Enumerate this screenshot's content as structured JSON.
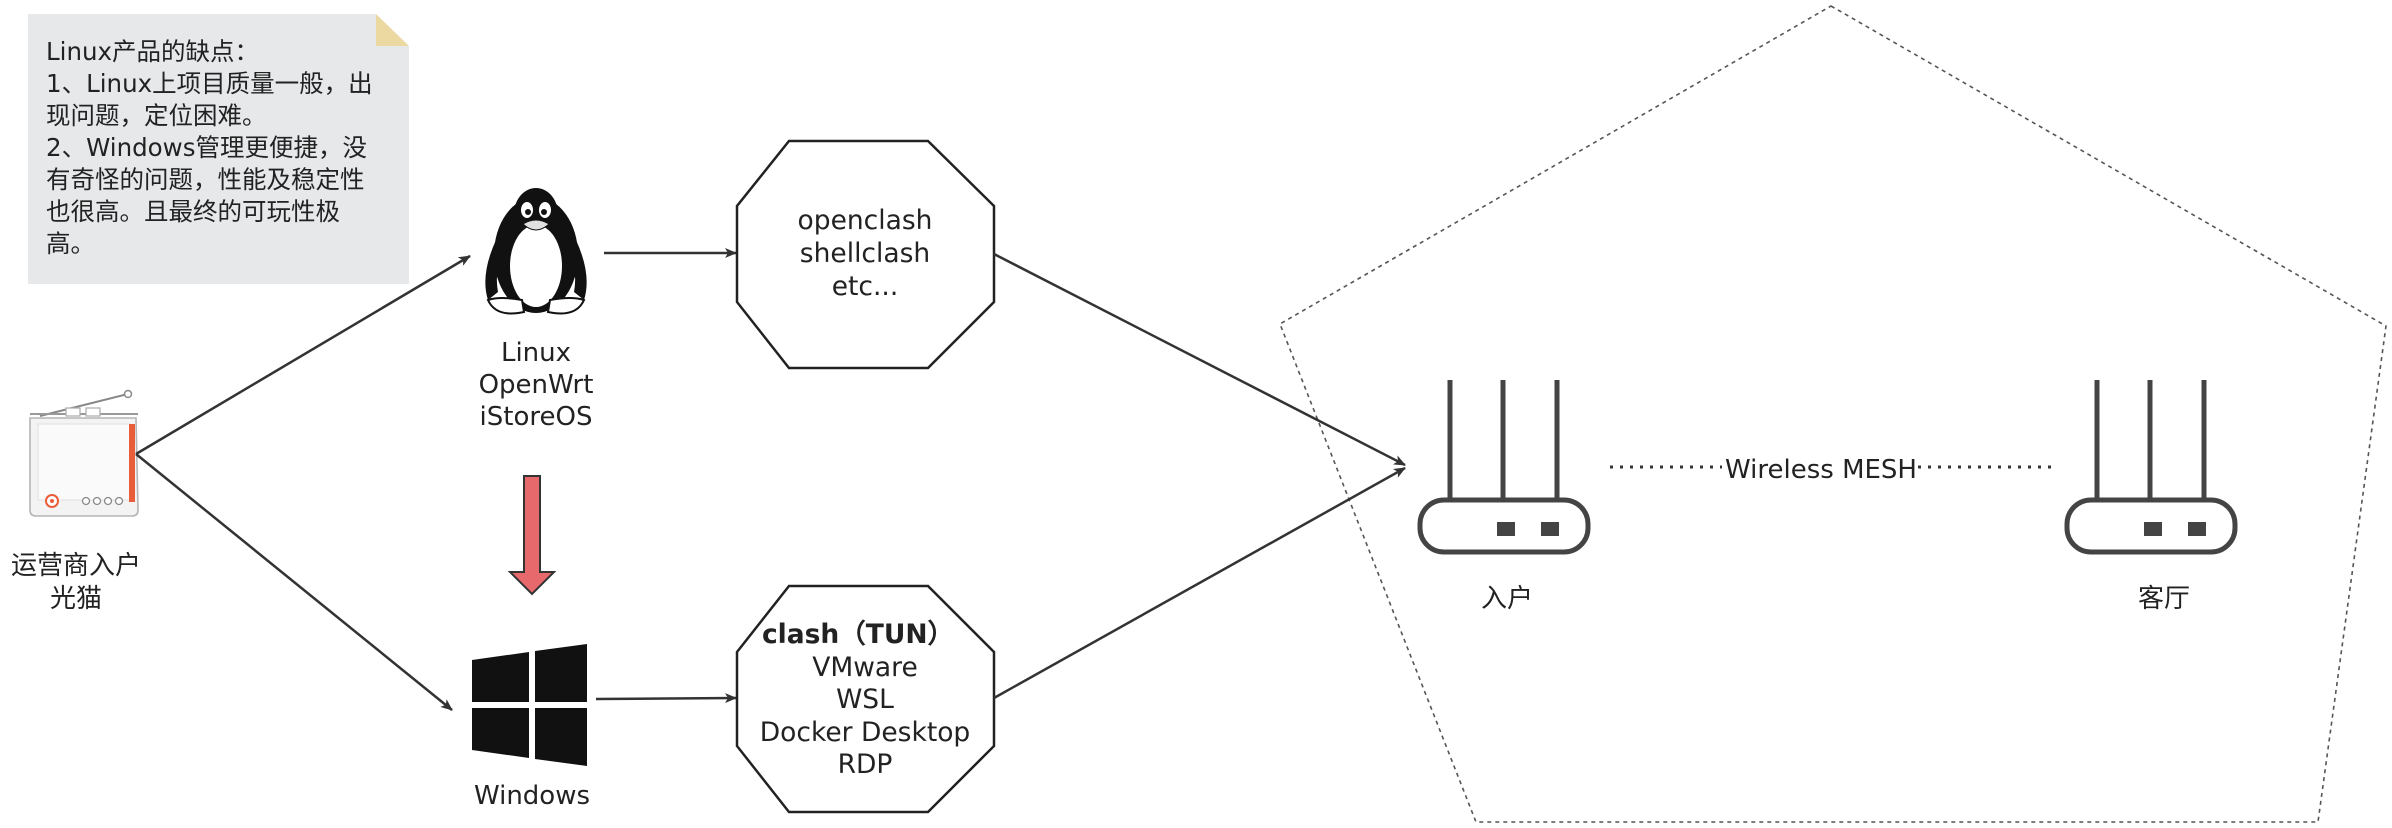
{
  "note": {
    "lines": [
      "Linux产品的缺点：",
      "1、Linux上项目质量一般，出",
      "现问题，定位困难。",
      "2、Windows管理更便捷，没",
      "有奇怪的问题，性能及稳定性",
      "也很高。且最终的可玩性极",
      "高。"
    ]
  },
  "modem": {
    "label_line1": "运营商入户",
    "label_line2": "光猫"
  },
  "linux": {
    "line1": "Linux",
    "line2": "OpenWrt",
    "line3": "iStoreOS"
  },
  "windows": {
    "label": "Windows"
  },
  "octagon_top": {
    "line1": "openclash",
    "line2": "shellclash",
    "line3": "etc..."
  },
  "octagon_bottom": {
    "line1": "clash（TUN）",
    "line2": "VMware",
    "line3": "WSL",
    "line4": "Docker Desktop",
    "line5": "RDP"
  },
  "router_left": {
    "label": "入户"
  },
  "router_right": {
    "label": "客厅"
  },
  "mesh": {
    "label": "Wireless MESH"
  },
  "colors": {
    "note_bg": "#e6e8ea",
    "note_fold": "#ecd9a2",
    "arrow_red": "#e8696b",
    "stroke": "#333333",
    "modem_accent": "#e85d3a"
  }
}
